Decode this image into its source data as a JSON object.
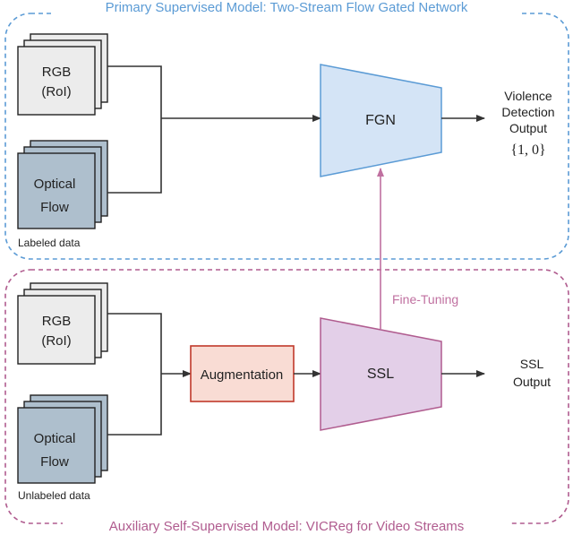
{
  "primary": {
    "title": "Primary Supervised Model: Two-Stream Flow Gated Network",
    "border_color": "#5b9bd5",
    "rgb_label_line1": "RGB",
    "rgb_label_line2": "(RoI)",
    "flow_label_line1": "Optical",
    "flow_label_line2": "Flow",
    "data_caption": "Labeled data",
    "model_label": "FGN",
    "output_line1": "Violence",
    "output_line2": "Detection",
    "output_line3": "Output",
    "output_line4": "{1, 0}"
  },
  "auxiliary": {
    "title": "Auxiliary Self-Supervised Model: VICReg for Video Streams",
    "border_color": "#b05c8f",
    "rgb_label_line1": "RGB",
    "rgb_label_line2": "(RoI)",
    "flow_label_line1": "Optical",
    "flow_label_line2": "Flow",
    "data_caption": "Unlabeled data",
    "augmentation_label": "Augmentation",
    "model_label": "SSL",
    "output_line1": "SSL",
    "output_line2": "Output"
  },
  "connection": {
    "fine_tuning_label": "Fine-Tuning",
    "color": "#c070a0"
  },
  "colors": {
    "rgb_fill": "#ececec",
    "flow_fill": "#aebfcd",
    "fgn_fill": "#d4e4f6",
    "ssl_fill": "#e3cfe8",
    "augmentation_fill": "#f9dcd4",
    "augmentation_stroke": "#c0392b"
  }
}
